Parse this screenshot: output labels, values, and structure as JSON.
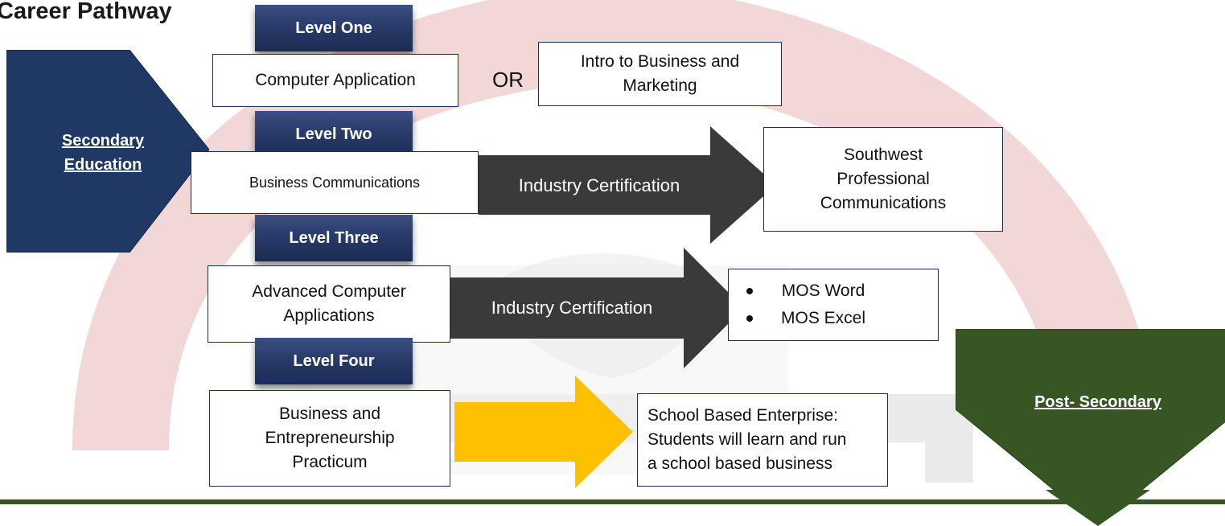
{
  "title": "Career Pathway",
  "secondary": {
    "label_line1": "Secondary",
    "label_line2": "Education"
  },
  "post_secondary": {
    "label": "Post- Secondary"
  },
  "levels": [
    {
      "label": "Level One"
    },
    {
      "label": "Level Two"
    },
    {
      "label": "Level Three"
    },
    {
      "label": "Level Four"
    }
  ],
  "courses": {
    "computer_application": "Computer Application",
    "or_label": "OR",
    "intro_business_line1": "Intro to Business and",
    "intro_business_line2": "Marketing",
    "business_communications": "Business Communications",
    "advanced_line1": "Advanced Computer",
    "advanced_line2": "Applications",
    "practicum_line1": "Business and",
    "practicum_line2": "Entrepreneurship",
    "practicum_line3": "Practicum"
  },
  "arrows": {
    "cert1": "Industry Certification",
    "cert2": "Industry Certification"
  },
  "outcomes": {
    "southwest_line1": "Southwest",
    "southwest_line2": "Professional",
    "southwest_line3": "Communications",
    "mos_items": [
      "MOS Word",
      "MOS Excel"
    ],
    "sbe_line1": "School Based Enterprise:",
    "sbe_line2": "Students will learn and run",
    "sbe_line3": "a school based business"
  },
  "colors": {
    "navy": "#1f3864",
    "dark_gray": "#3a3a3a",
    "gold": "#ffc000",
    "olive_green": "#375623",
    "watermark_red": "#e8b5b5"
  }
}
